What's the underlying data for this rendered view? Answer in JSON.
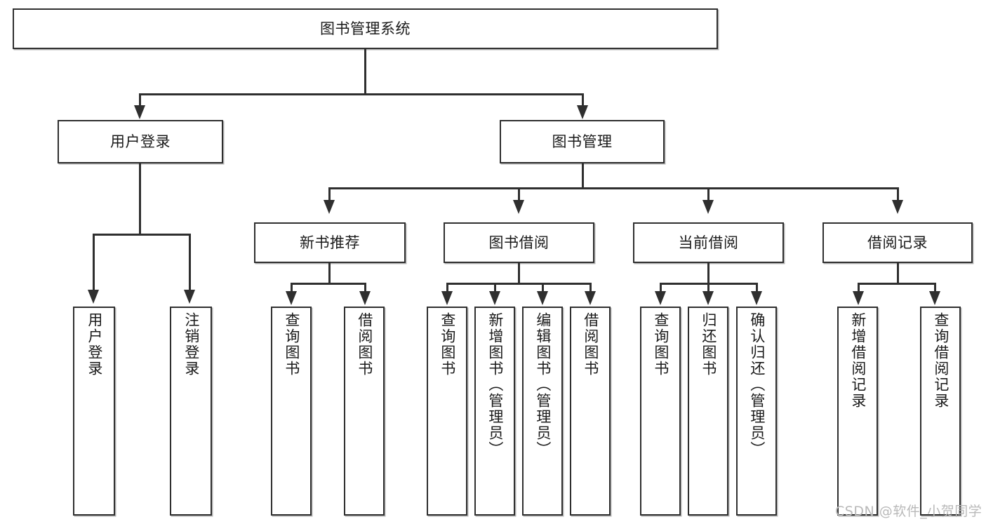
{
  "diagram": {
    "type": "tree-hierarchy",
    "title": "图书管理系统",
    "root": {
      "id": "root",
      "label": "图书管理系统"
    },
    "level2": [
      {
        "id": "user-login",
        "label": "用户登录"
      },
      {
        "id": "book-management",
        "label": "图书管理"
      }
    ],
    "level3": [
      {
        "id": "new-book-recommend",
        "label": "新书推荐",
        "parent": "book-management"
      },
      {
        "id": "book-borrow",
        "label": "图书借阅",
        "parent": "book-management"
      },
      {
        "id": "current-borrow",
        "label": "当前借阅",
        "parent": "book-management"
      },
      {
        "id": "borrow-record",
        "label": "借阅记录",
        "parent": "book-management"
      }
    ],
    "leaves": [
      {
        "id": "leaf-user-login",
        "label": "用户登录",
        "parent": "user-login"
      },
      {
        "id": "leaf-user-logout",
        "label": "注销登录",
        "parent": "user-login"
      },
      {
        "id": "leaf-query-book-1",
        "label": "查询图书",
        "parent": "new-book-recommend"
      },
      {
        "id": "leaf-borrow-book-1",
        "label": "借阅图书",
        "parent": "new-book-recommend"
      },
      {
        "id": "leaf-query-book-2",
        "label": "查询图书",
        "parent": "book-borrow"
      },
      {
        "id": "leaf-add-book",
        "label": "新增图书（管理员）",
        "parent": "book-borrow"
      },
      {
        "id": "leaf-edit-book",
        "label": "编辑图书（管理员）",
        "parent": "book-borrow"
      },
      {
        "id": "leaf-borrow-book-2",
        "label": "借阅图书",
        "parent": "book-borrow"
      },
      {
        "id": "leaf-query-book-3",
        "label": "查询图书",
        "parent": "current-borrow"
      },
      {
        "id": "leaf-return-book",
        "label": "归还图书",
        "parent": "current-borrow"
      },
      {
        "id": "leaf-confirm-return",
        "label": "确认归还（管理员）",
        "parent": "current-borrow"
      },
      {
        "id": "leaf-add-record",
        "label": "新增借阅记录",
        "parent": "borrow-record"
      },
      {
        "id": "leaf-query-record",
        "label": "查询借阅记录",
        "parent": "borrow-record"
      }
    ]
  },
  "watermark": {
    "text": "CSDN @软件_小贺同学"
  },
  "colors": {
    "stroke": "#2f2f2f",
    "background": "#ffffff",
    "text": "#1a1a1a",
    "watermark": "#b9b9b9"
  }
}
